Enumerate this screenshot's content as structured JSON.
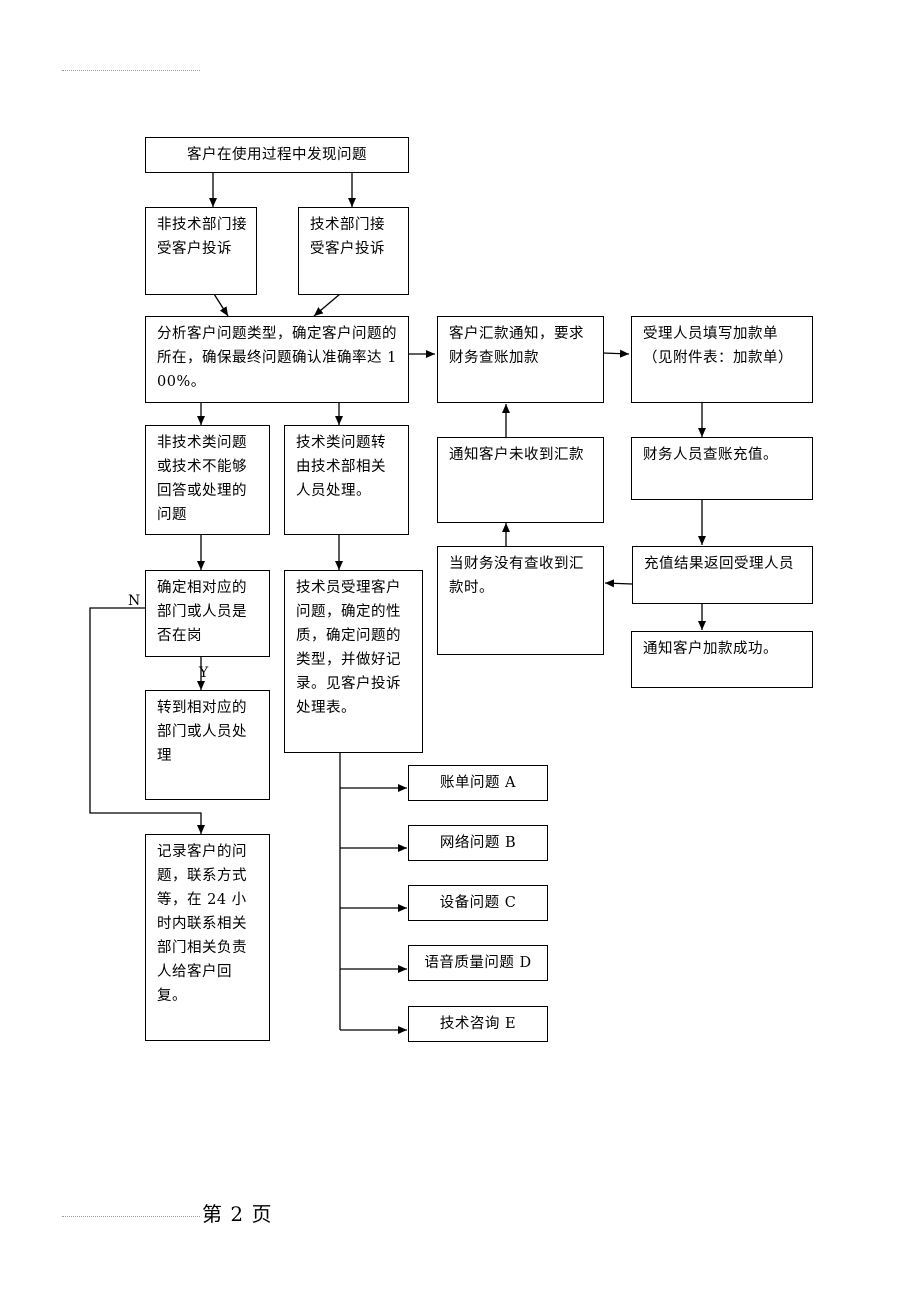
{
  "page": {
    "footer_text": "第 2 页"
  },
  "flowchart": {
    "nodes": {
      "start": "客户在使用过程中发现问题",
      "nontech_dept": "非技术部门接受客户投诉",
      "tech_dept": "技术部门接受客户投诉",
      "analyze": "分析客户问题类型，确定客户问题的所在，确保最终问题确认准确率达 100%。",
      "nontech_issue": "非技术类问题或技术不能够回答或处理的问题",
      "tech_issue": "技术类问题转由技术部相关人员处理。",
      "confirm_staff": "确定相对应的部门或人员是否在岗",
      "transfer": "转到相对应的部门或人员处理",
      "record": "记录客户的问题，联系方式等，在 24 小时内联系相关部门相关负责人给客户回复。",
      "technician": "技术员受理客户问题，确定的性质，确定问题的类型，并做好记录。见客户投诉处理表。",
      "bill": "账单问题 A",
      "network": "网络问题 B",
      "device": "设备问题 C",
      "voice": "语音质量问题 D",
      "consult": "技术咨询 E",
      "remit": "客户汇款通知，要求财务查账加款",
      "notify_not_received": "通知客户未收到汇款",
      "finance_not_found": "当财务没有查收到汇款时。",
      "fill_form": "受理人员填写加款单（见附件表：加款单）",
      "finance_recharge": "财务人员查账充值。",
      "return_result": "充值结果返回受理人员",
      "notify_success": "通知客户加款成功。"
    },
    "labels": {
      "no": "N",
      "yes": "Y"
    }
  }
}
